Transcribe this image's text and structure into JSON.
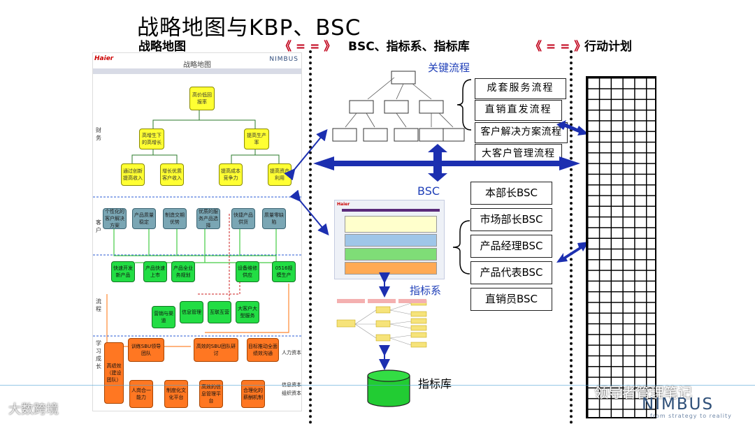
{
  "title": "战略地图与KBP、BSC",
  "headers": {
    "strategy_map": "战略地图",
    "arrow": "《 = = 》",
    "bsc_header": "BSC、指标系、指标库",
    "action_plan": "行动计划"
  },
  "strategy_map": {
    "logo": "Haier",
    "panel_title": "战略地图",
    "brand": "NIMBUS",
    "rows": [
      "财务",
      "客户",
      "流程",
      "学习成长"
    ],
    "finance": [
      "高价低回报率",
      "高增生下的高增长",
      "提高生产率",
      "通过创新提高收入",
      "增长优质客户收入",
      "提高成本竞争力",
      "提高资产利用"
    ],
    "customer": [
      "个性化的客户解决方案",
      "产品质量稳定",
      "制造交期优势",
      "优质的服务产品选择",
      "快捷产品供货",
      "质量零缺陷"
    ],
    "process": [
      "快速开发新产品",
      "产品快速上市",
      "产品全业务规划",
      "设备维修供应",
      "0516规模生产",
      "营销与渠道",
      "信息管理",
      "互联互营",
      "大客户大型服务"
    ],
    "learning": [
      "高绩效（建设团队）",
      "训练SBU领导团队",
      "高效的SBU团队研讨",
      "目标推动全面绩效沟通",
      "人岗合一能力",
      "制度化文化平台",
      "高效的信息管理平台",
      "合理化的薪酬机制"
    ],
    "right_labels": [
      "人力资本",
      "信息资本",
      "组织资本"
    ]
  },
  "kbp": {
    "label": "关键流程",
    "processes": [
      "成套服务流程",
      "直销直发流程",
      "客户解决方案流程",
      "大客户管理流程"
    ]
  },
  "bsc": {
    "label": "BSC",
    "roles": [
      "本部长BSC",
      "市场部长BSC",
      "产品经理BSC",
      "产品代表BSC",
      "直销员BSC"
    ],
    "thumb_logo": "Haier"
  },
  "indicator_system": {
    "label": "指标系"
  },
  "indicator_library": {
    "label": "指标库"
  },
  "watermarks": {
    "left": "大数跨境",
    "right": "领导者管理笔记",
    "brand": "NIMBUS",
    "slogan": "from strategy to reality"
  },
  "colors": {
    "accent_blue": "#1f3fb8",
    "arrow_red": "#c0001a",
    "node_yellow": "#ffff33",
    "node_blue": "#7aa6b4",
    "node_green": "#22dd44",
    "node_orange": "#ff7722",
    "cylinder_green": "#22cc33"
  }
}
